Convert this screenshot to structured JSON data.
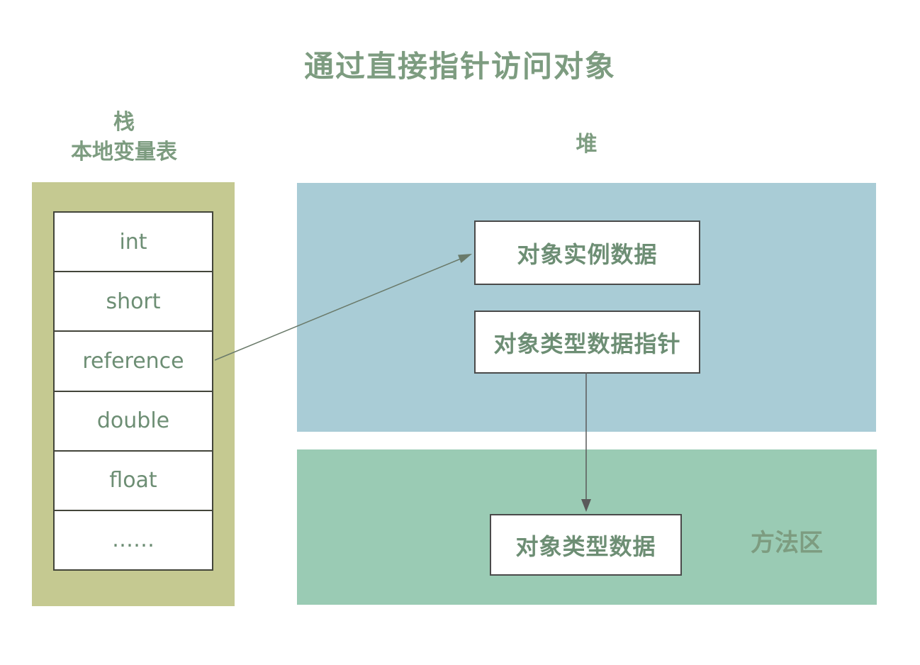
{
  "title": "通过直接指针访问对象",
  "stack": {
    "label_line1": "栈",
    "label_line2": "本地变量表",
    "slots": [
      "int",
      "short",
      "reference",
      "double",
      "float",
      "……"
    ]
  },
  "heap": {
    "label": "堆",
    "instance_box_label": "对象实例数据",
    "type_pointer_box_label": "对象类型数据指针"
  },
  "method_area": {
    "label": "方法区",
    "type_data_box_label": "对象类型数据"
  },
  "colors": {
    "title_text": "#7d9c80",
    "stack_bg": "#c5c991",
    "heap_bg": "#a9ccd6",
    "method_area_bg": "#9acbb4",
    "box_text": "#6d8e74",
    "box_border": "#4a4a4a",
    "reference_arrow": "#6a7a6a",
    "pointer_arrow": "#5a5a5a"
  }
}
